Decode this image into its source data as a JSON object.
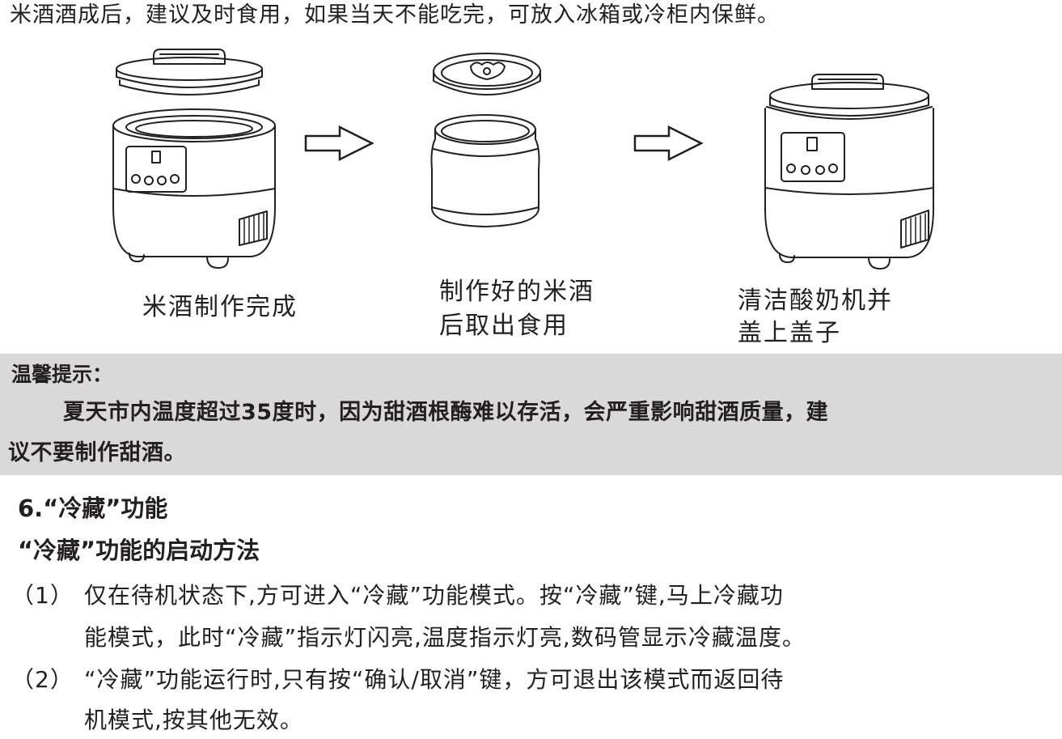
{
  "intro": "米酒酒成后，建议及时食用，如果当天不能吃完，可放入冰箱或冷柜内保鲜。",
  "captions": {
    "step1": "米酒制作完成",
    "step2_line1": "制作好的米酒",
    "step2_line2": "后取出食用",
    "step3_line1": "清洁酸奶机并",
    "step3_line2": "盖上盖子"
  },
  "tip": {
    "title": "温馨提示：",
    "line1": "夏天市内温度超过35度时，因为甜酒根酶难以存活，会严重影响甜酒质量，建",
    "line2": "议不要制作甜酒。"
  },
  "section": {
    "heading": "6.“冷藏”功能",
    "subheading": "“冷藏”功能的启动方法",
    "items": [
      {
        "num": "（1）",
        "line1": "仅在待机状态下,方可进入“冷藏”功能模式。按“冷藏”键,马上冷藏功",
        "line2": "能模式，此时“冷藏”指示灯闪亮,温度指示灯亮,数码管显示冷藏温度。"
      },
      {
        "num": "（2）",
        "line1": "“冷藏”功能运行时,只有按“确认/取消”键，方可退出该模式而返回待",
        "line2": "机模式,按其他无效。"
      }
    ]
  },
  "colors": {
    "text": "#231f20",
    "tip_background": "#d9d9d9"
  },
  "icons": [
    "yogurt-maker-open-lid-illustration",
    "arrow-right-icon",
    "inner-jar-with-lid-illustration",
    "arrow-right-icon",
    "yogurt-maker-closed-illustration"
  ]
}
